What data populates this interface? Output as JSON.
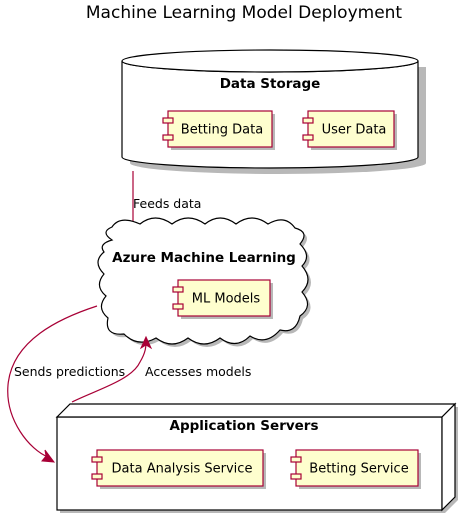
{
  "title": "Machine Learning Model Deployment",
  "colors": {
    "component_fill": "#FEFECE",
    "component_stroke": "#A80036",
    "arrow": "#A80036",
    "group_stroke": "#000000",
    "group_fill": "#FFFFFF",
    "shadow": "#b8b8b8"
  },
  "groups": {
    "data_storage": {
      "label": "Data Storage",
      "shape": "database",
      "components": [
        "Betting Data",
        "User Data"
      ]
    },
    "azure_ml": {
      "label": "Azure Machine Learning",
      "shape": "cloud",
      "components": [
        "ML Models"
      ]
    },
    "app_servers": {
      "label": "Application Servers",
      "shape": "node",
      "components": [
        "Data Analysis Service",
        "Betting Service"
      ]
    }
  },
  "edges": [
    {
      "from": "Data Storage",
      "to": "Azure Machine Learning",
      "label": "Feeds data"
    },
    {
      "from": "Azure Machine Learning",
      "to": "Application Servers",
      "label": "Sends predictions"
    },
    {
      "from": "Application Servers",
      "to": "Azure Machine Learning",
      "label": "Accesses models"
    }
  ]
}
